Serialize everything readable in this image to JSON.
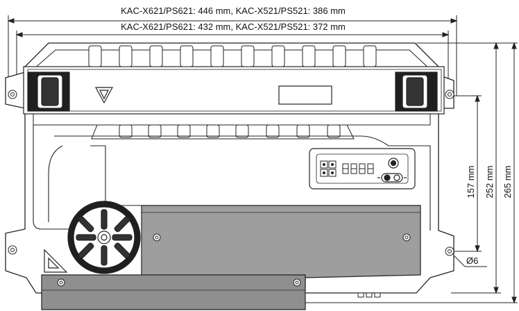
{
  "dimensions": {
    "overall_width": "KAC-X621/PS621: 446 mm, KAC-X521/PS521: 386 mm",
    "mount_width": "KAC-X621/PS621: 432 mm, KAC-X521/PS521: 372 mm",
    "hole_spacing_short": "157 mm",
    "hole_spacing_long": "252 mm",
    "overall_height": "265 mm",
    "hole_diameter": "Ø6"
  }
}
